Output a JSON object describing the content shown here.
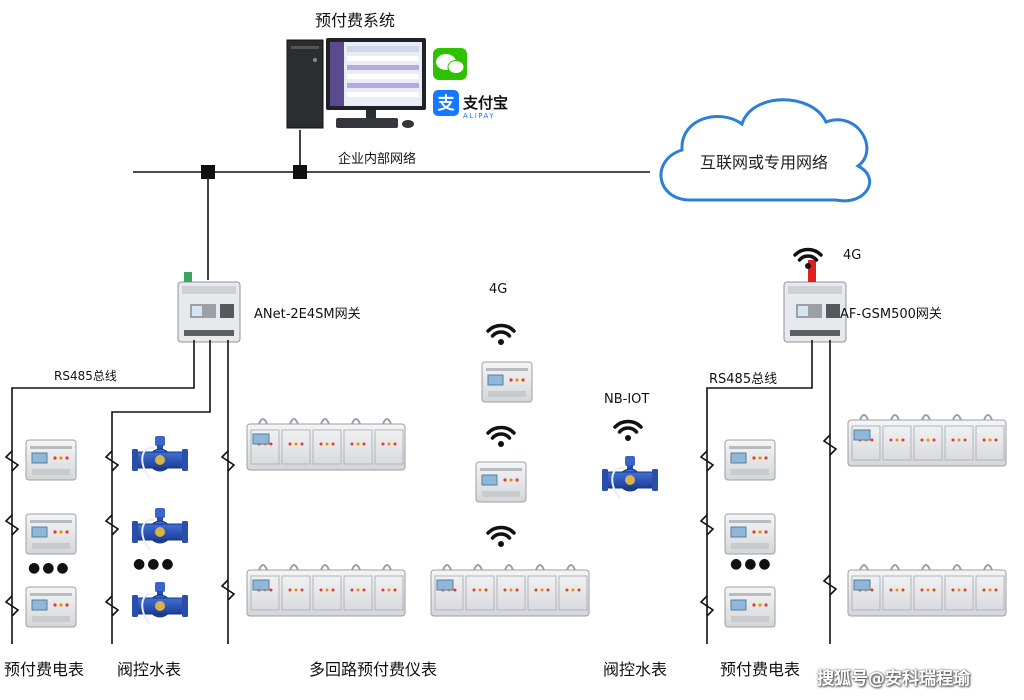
{
  "title": "预付费系统",
  "enterprise_network": "企业内部网络",
  "cloud_label": "互联网或专用网络",
  "wechat_icon": "wechat-icon",
  "alipay": {
    "cn": "支付宝",
    "en": "ALIPAY"
  },
  "gateway_left": {
    "name": "ANet-2E4SM网关",
    "bus": "RS485总线"
  },
  "gateway_right": {
    "name": "AF-GSM500网关",
    "bus": "RS485总线",
    "signal": "4G"
  },
  "middle": {
    "signal": "4G"
  },
  "nbiot": {
    "label": "NB-IOT"
  },
  "ellipsis": "●●●",
  "bottom_labels": {
    "prepaid_meter_left": "预付费电表",
    "water_meter_left": "阀控水表",
    "multi_circuit": "多回路预付费仪表",
    "water_meter_nb": "阀控水表",
    "prepaid_meter_right": "预付费电表"
  },
  "watermark": "搜狐号@安科瑞程瑜",
  "colors": {
    "line": "#111111",
    "cloud_stroke": "#2c7fd6",
    "wifi": "#111111",
    "signal_red": "#e02020",
    "meter_gray": "#e6e8ea",
    "water_blue": "#2a55b8",
    "alipay_blue": "#1677ff",
    "wechat_green": "#2dc100"
  }
}
